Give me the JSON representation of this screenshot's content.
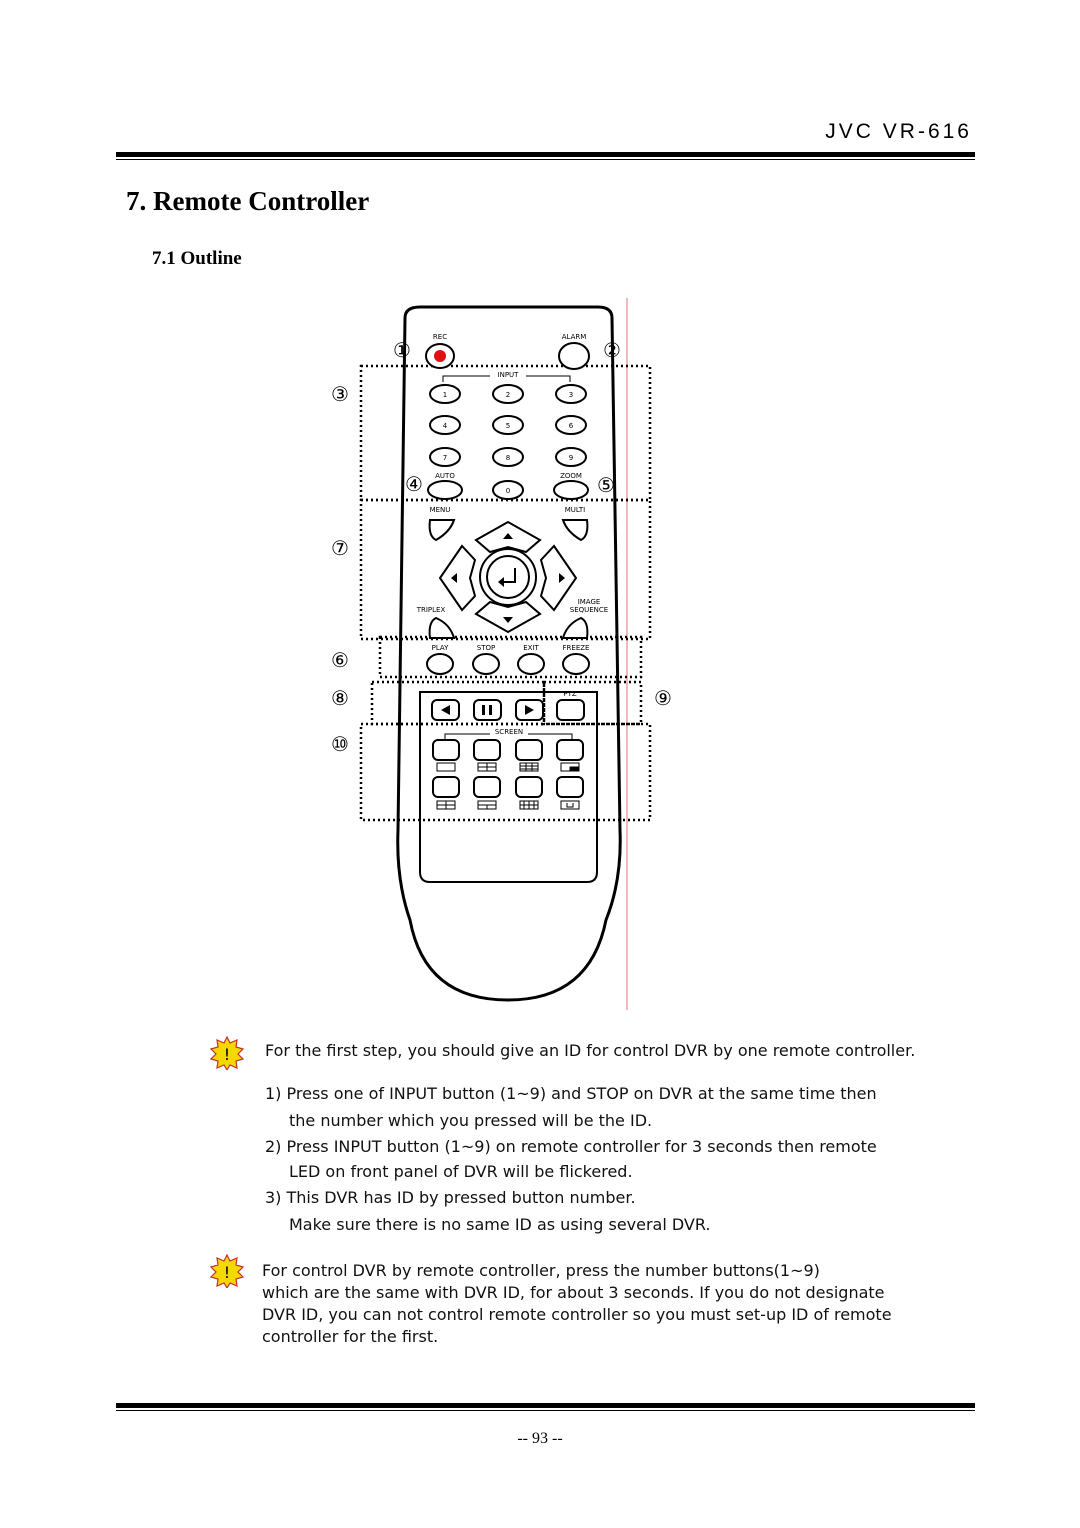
{
  "header": {
    "model": "JVC VR-616"
  },
  "section": {
    "title": "7. Remote Controller",
    "subtitle": "7.1 Outline"
  },
  "remote": {
    "labels": {
      "rec": "REC",
      "alarm": "ALARM",
      "input": "INPUT",
      "auto": "AUTO",
      "zoom": "ZOOM",
      "menu": "MENU",
      "multi": "MULTI",
      "image": "IMAGE",
      "sequence": "SEQUENCE",
      "triplex": "TRIPLEX",
      "play": "PLAY",
      "stop": "STOP",
      "exit": "EXIT",
      "freeze": "FREEZE",
      "ptz": "PTZ",
      "screen": "SCREEN"
    },
    "digits": [
      "1",
      "2",
      "3",
      "4",
      "5",
      "6",
      "7",
      "8",
      "9",
      "0"
    ],
    "callouts": [
      "①",
      "②",
      "③",
      "④",
      "⑤",
      "⑥",
      "⑦",
      "⑧",
      "⑨",
      "⑩"
    ],
    "rec_color": "#e01010"
  },
  "notes": {
    "note1": "For the first step, you should give an ID for control DVR by one remote controller.",
    "steps": [
      "1) Press one of INPUT button (1~9) and STOP on DVR at the same time then",
      "the number which you pressed will be the ID.",
      "2) Press INPUT button (1~9) on remote controller for 3 seconds then remote",
      "LED on front panel of DVR will be flickered.",
      "3) This DVR has ID by pressed button number.",
      "Make sure there is no same ID as using several DVR."
    ],
    "note2": [
      "For control DVR by remote controller, press the number buttons(1~9)",
      "which are the same with DVR ID, for about 3 seconds. If you do not designate",
      "DVR ID, you can not control remote controller so you must set-up ID of remote",
      "controller for the first."
    ],
    "warn_symbol": "!",
    "warn_color": "#f5d800"
  },
  "footer": {
    "page": "-- 93 --"
  }
}
